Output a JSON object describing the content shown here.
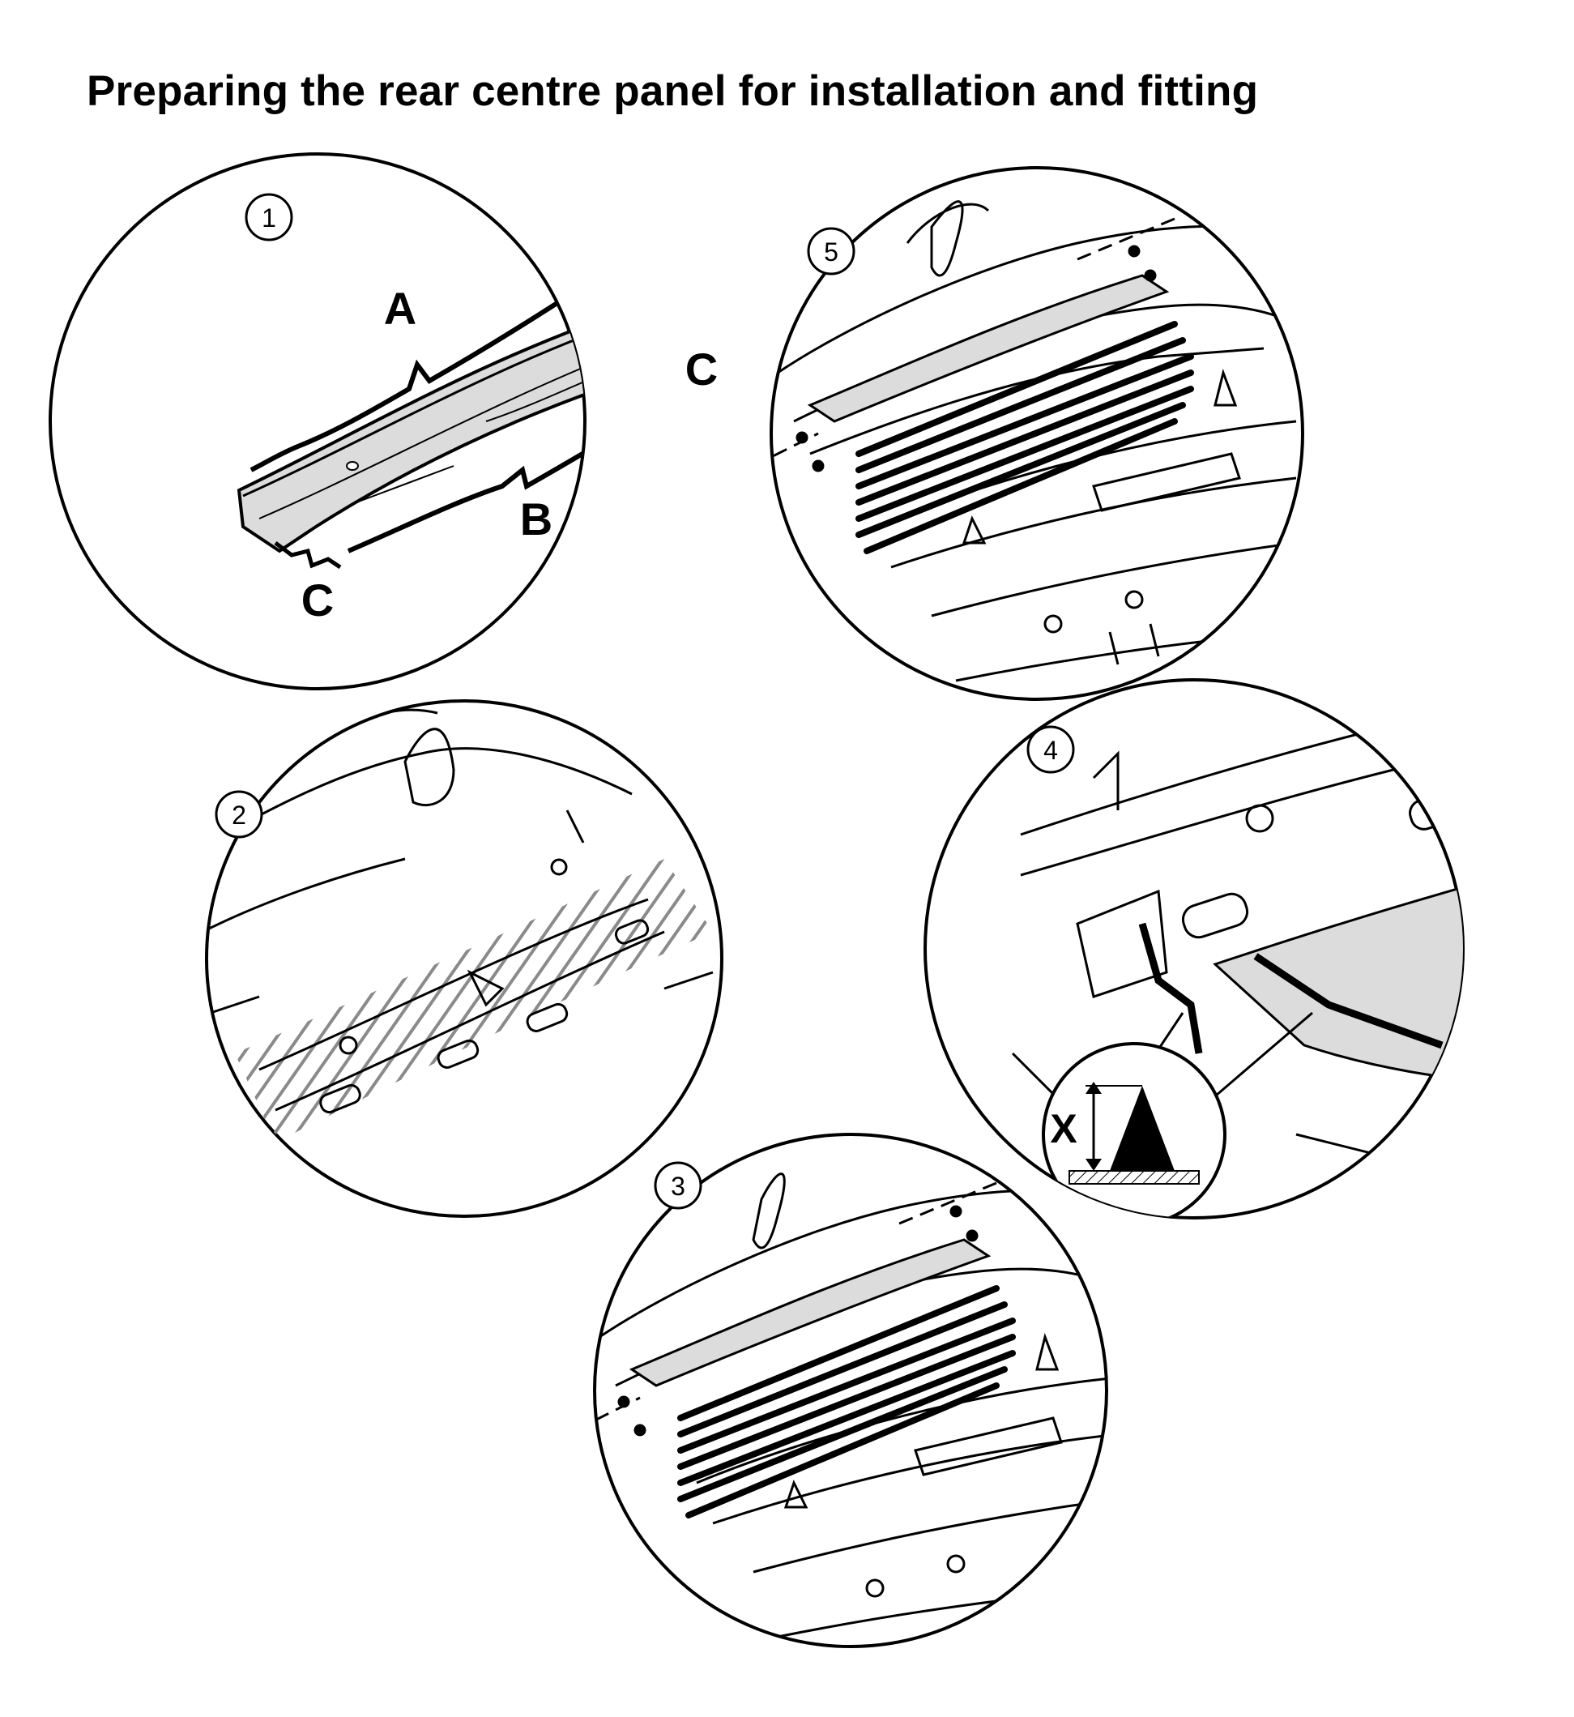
{
  "title": "Preparing the rear centre panel for installation and fitting",
  "steps": [
    {
      "number": "1",
      "labels": {
        "a": "A",
        "b": "B",
        "c1": "C",
        "c2": "C"
      }
    },
    {
      "number": "2"
    },
    {
      "number": "3"
    },
    {
      "number": "4",
      "labels": {
        "x": "X"
      }
    },
    {
      "number": "5"
    }
  ],
  "colors": {
    "line": "#000000",
    "panel_fill": "#dcdcdc",
    "hatch": "#8a8a8a",
    "background": "#ffffff"
  }
}
